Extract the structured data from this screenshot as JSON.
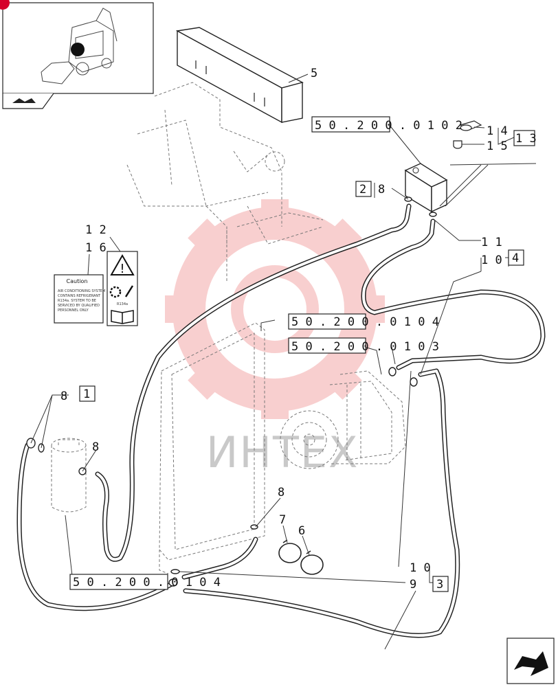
{
  "callouts": {
    "c1": "1",
    "c2": "2",
    "c3": "3",
    "c4": "4",
    "c5": "5",
    "c6": "6",
    "c7": "7",
    "c8a": "8",
    "c8b": "8",
    "c8c": "8",
    "c8d": "8",
    "c9": "9",
    "c10a": "1 0",
    "c10b": "1 0",
    "c11": "1 1",
    "c12": "1 2",
    "c13": "1 3",
    "c14": "1 4",
    "c15": "1 5",
    "c16": "1 6"
  },
  "refs": {
    "r1": "5 0 . 2 0 0 . 0 1 0 2",
    "r2": "5 0 . 2 0 0 . 0 1 0 4",
    "r3": "5 0 . 2 0 0 . 0 1 0 3",
    "r4": "5 0 . 2 0 0 . 0 1 0 4"
  },
  "decal": {
    "caution_title": "Caution",
    "caution_text": [
      "AIR CONDITIONING SYSTEM",
      "CONTAINS REFRIGERANT",
      "R134a. SYSTEM TO BE",
      "SERVICED BY QUALIFIED",
      "PERSONNEL ONLY"
    ],
    "refrigerant": "R134a"
  },
  "watermark": "ИНТЕХ",
  "colors": {
    "line": "#222222",
    "dashed": "#777777",
    "watermark_gear": "#f6c3c3",
    "nav_dot": "#d6002a"
  },
  "icons": [
    "machine-thumbnail",
    "gear-watermark",
    "caution-triangle-icon",
    "book-icon",
    "next-page-arrow-icon"
  ]
}
